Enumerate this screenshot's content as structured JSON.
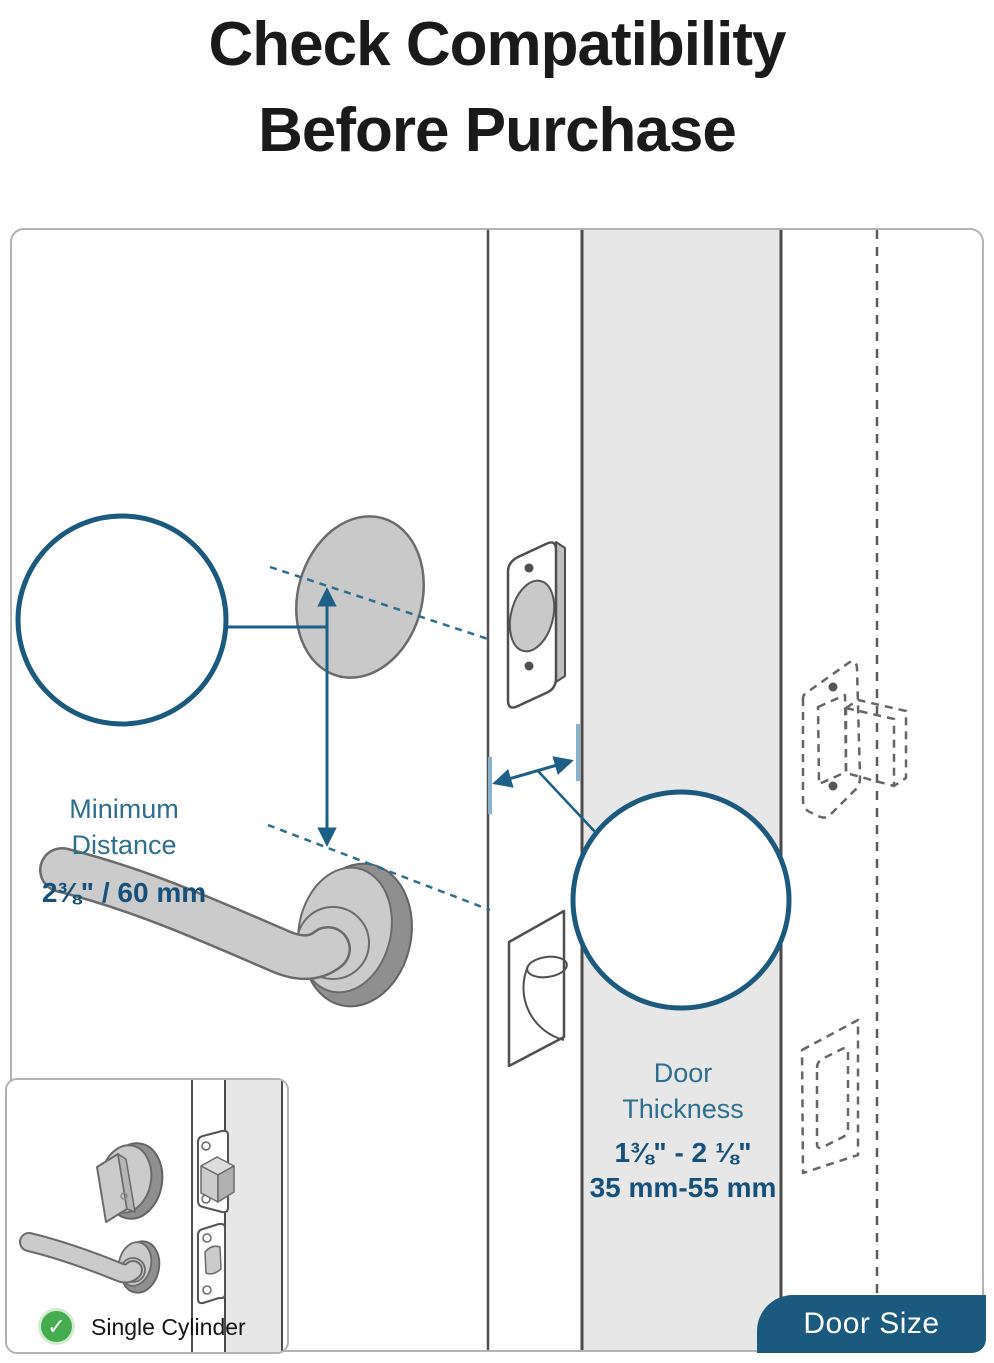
{
  "title": {
    "line1": "Check Compatibility",
    "line2": "Before Purchase"
  },
  "callouts": {
    "min_distance": {
      "label_line1": "Minimum",
      "label_line2": "Distance",
      "value": "2⅜\" / 60 mm"
    },
    "door_thickness": {
      "label_line1": "Door",
      "label_line2": "Thickness",
      "value_line1": "1⅜\" - 2 ⅛\"",
      "value_line2": "35 mm-55 mm"
    }
  },
  "inset": {
    "label": "Single Cylinder"
  },
  "tab": {
    "label": "Door Size"
  },
  "icons": {
    "check_circle": "✓"
  },
  "colors": {
    "accent_blue": "#1b5a7e",
    "label_teal": "#2e6e8e",
    "value_blue": "#17507a",
    "measure_line_blue": "#1d5f86",
    "dashed_guide_teal": "#2e6e8c",
    "success_green": "#45ad4f",
    "door_cross_section_gray": "#e7e7e7",
    "hardware_gray": "#cbcbcb",
    "outline_gray": "#4f4f4f",
    "panel_border_gray": "#b3b3b3",
    "tab_background": "#1b5a7e",
    "tab_text": "#ffffff",
    "title_text": "#1a1a1a"
  }
}
